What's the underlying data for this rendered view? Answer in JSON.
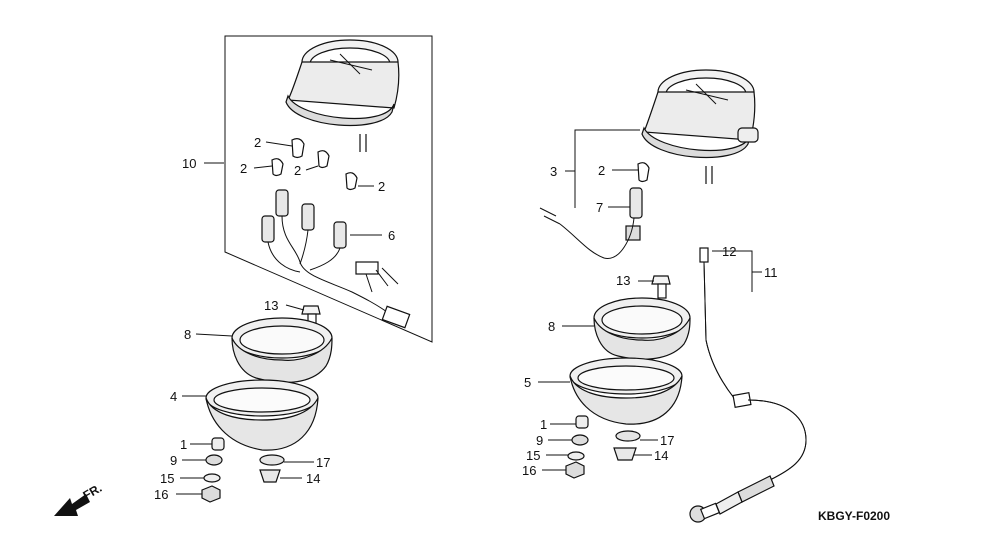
{
  "diagram": {
    "code": "KBGY-F0200",
    "front_label": "FR.",
    "left_assembly": {
      "labels": {
        "l10": "10",
        "l2a": "2",
        "l2b": "2",
        "l2c": "2",
        "l2d": "2",
        "l6": "6",
        "l13": "13",
        "l8": "8",
        "l4": "4",
        "l1": "1",
        "l9": "9",
        "l15": "15",
        "l16": "16",
        "l17": "17",
        "l14": "14"
      }
    },
    "right_assembly": {
      "labels": {
        "l3": "3",
        "l2": "2",
        "l7": "7",
        "l12": "12",
        "l11": "11",
        "l13": "13",
        "l8": "8",
        "l5": "5",
        "l1": "1",
        "l9": "9",
        "l15": "15",
        "l16": "16",
        "l17": "17",
        "l14": "14"
      }
    }
  }
}
